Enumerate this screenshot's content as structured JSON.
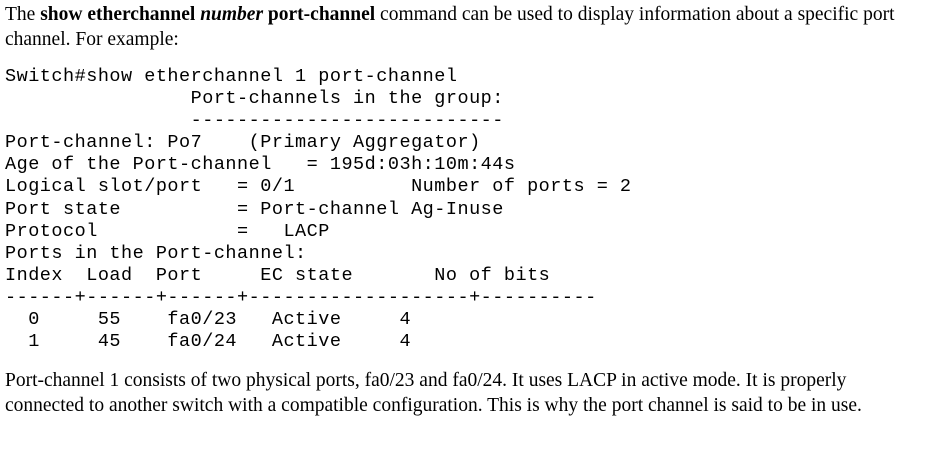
{
  "intro": {
    "part1": "The ",
    "bold1": "show etherchannel ",
    "bolditalic": "number",
    "bold2": " port-channel",
    "part2": " command can be used to display information about a specific port channel. For example:"
  },
  "code_lines": [
    "Switch#show etherchannel 1 port-channel",
    "                Port-channels in the group:",
    "                ---------------------------",
    "Port-channel: Po7    (Primary Aggregator)",
    "Age of the Port-channel   = 195d:03h:10m:44s",
    "Logical slot/port   = 0/1          Number of ports = 2",
    "Port state          = Port-channel Ag-Inuse",
    "Protocol            =   LACP",
    "Ports in the Port-channel:",
    "Index  Load  Port     EC state       No of bits",
    "------+------+------+-------------------+----------",
    "  0     55    fa0/23   Active     4",
    "  1     45    fa0/24   Active     4"
  ],
  "outro": "Port-channel 1 consists of two physical ports, fa0/23 and fa0/24. It uses LACP in active mode. It is properly connected to another switch with a compatible configuration. This is why the port channel is said to be in use."
}
